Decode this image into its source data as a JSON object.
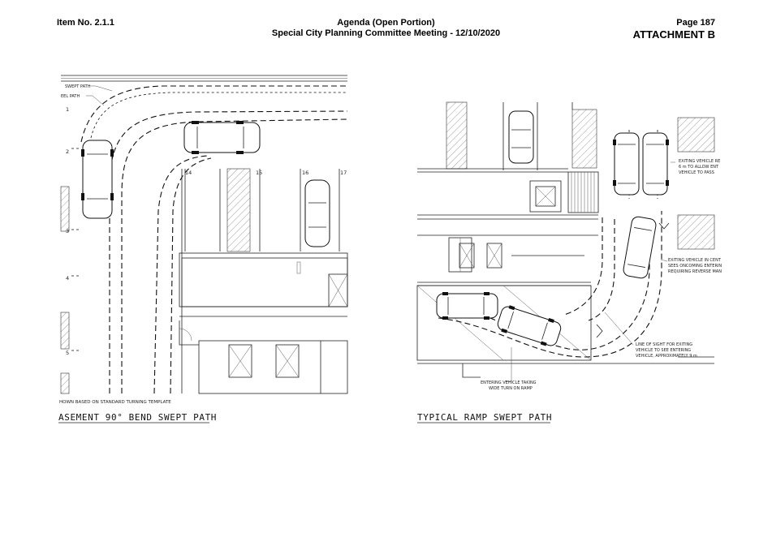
{
  "header": {
    "item_no": "Item No. 2.1.1",
    "agenda": "Agenda (Open Portion)",
    "meeting": "Special City Planning Committee Meeting - 12/10/2020",
    "page": "Page 187",
    "attachment": "ATTACHMENT B"
  },
  "left_drawing": {
    "label_swept": "SWEPT PATH",
    "label_wheel": "EEL PATH",
    "row_numbers": [
      "1",
      "2",
      "3",
      "4",
      "5"
    ],
    "stall_numbers": [
      "14",
      "15",
      "16",
      "17"
    ],
    "footnote": "HOWN BASED ON STANDARD TURNING TEMPLATE",
    "title": "ASEMENT 90° BEND SWEPT PATH"
  },
  "right_drawing": {
    "note_exiting_1": [
      "EXITING VEHICLE RE",
      "6 m TO ALLOW ENT",
      "VEHICLE TO PASS"
    ],
    "note_exiting_2": [
      "EXITING VEHICLE IN CENT",
      "SEES ONCOMING ENTERIN",
      "REQUIRING REVERSE MAN"
    ],
    "note_sight": [
      "LINE OF SIGHT FOR EXITING",
      "VEHICLE TO SEE ENTERING",
      "VEHICLE, APPROXIMATELY 9 m"
    ],
    "note_entering": [
      "ENTERING VEHICLE TAKING",
      "WIDE TURN ON RAMP"
    ],
    "title": "TYPICAL RAMP SWEPT PATH"
  }
}
